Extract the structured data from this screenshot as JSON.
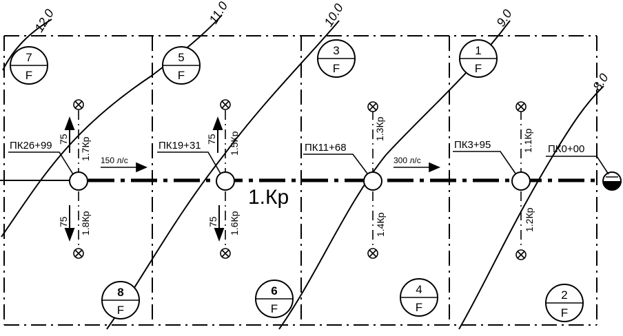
{
  "contours": [
    "12.0",
    "11.0",
    "10.0",
    "9.0",
    "8.0"
  ],
  "section_circles": [
    {
      "number": "7",
      "letter": "F",
      "bold": false
    },
    {
      "number": "5",
      "letter": "F",
      "bold": false
    },
    {
      "number": "3",
      "letter": "F",
      "bold": false
    },
    {
      "number": "1",
      "letter": "F",
      "bold": false
    },
    {
      "number": "8",
      "letter": "F",
      "bold": true
    },
    {
      "number": "6",
      "letter": "F",
      "bold": true
    },
    {
      "number": "4",
      "letter": "F",
      "bold": false
    },
    {
      "number": "2",
      "letter": "F",
      "bold": false
    }
  ],
  "pickets": [
    "ПК26+99",
    "ПК19+31",
    "ПК11+68",
    "ПК3+95",
    "ПК0+00"
  ],
  "collector_label": "1.Кр",
  "branches_up": [
    "1.7Кр",
    "1.5Кр",
    "1.3Кр",
    "1.1Кр"
  ],
  "branches_down": [
    "1.8Кр",
    "1.6Кр",
    "1.4Кр",
    "1.2Кр"
  ],
  "lengths": {
    "up_1": "75",
    "up_2": "75",
    "down_1": "75",
    "down_2": "75"
  },
  "flows": [
    "150 л/с",
    "300 л/с"
  ]
}
